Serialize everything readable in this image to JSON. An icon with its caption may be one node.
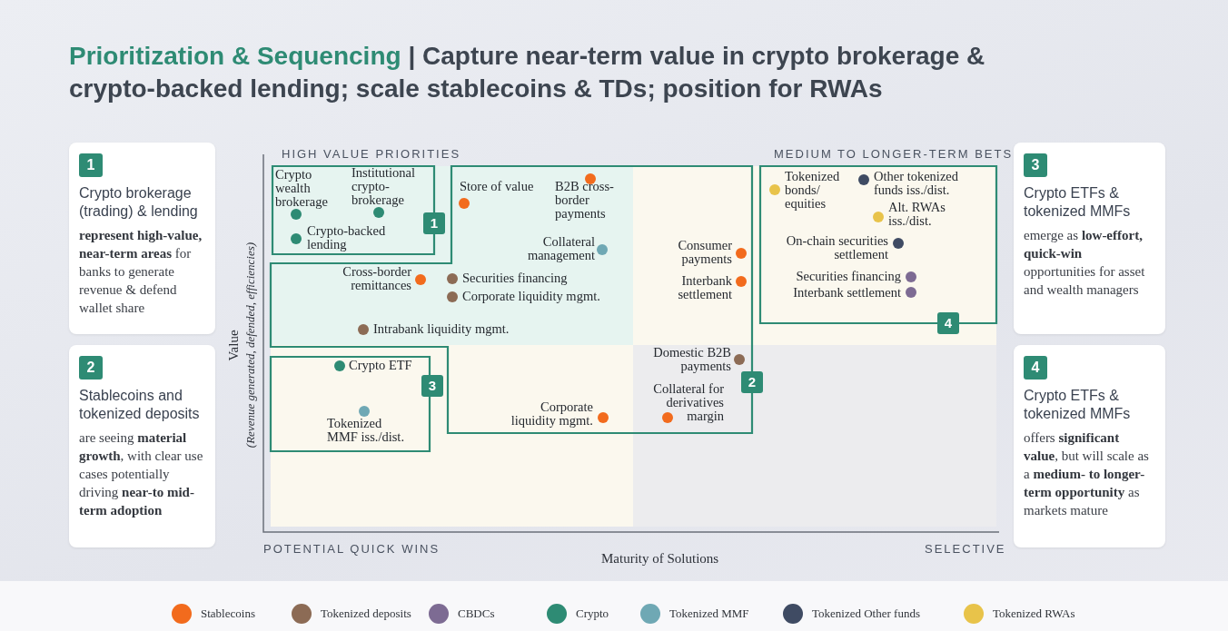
{
  "diagram": {
    "title": "Prioritization & Sequencing | Capture near-term value in crypto brokerage & crypto-backed lending; scale stablecoins & TDs; position for RWAs",
    "nodes": [
      {
        "text": [
          "1",
          "Crypto brokerage (trading) & lending",
          "**represent high-value, near-term areas** for banks to generate revenue & defend wallet share"
        ]
      },
      {
        "text": [
          "2",
          "Stablecoins and tokenized deposits",
          "are seeing **material growth**, with clear use cases potentially driving **near-to mid-term adoption**"
        ]
      },
      {
        "text": [
          "1"
        ]
      },
      {
        "text": [
          "Crypto wealth brokerage"
        ],
        "in": 2
      },
      {
        "text": [
          "Institutional crypto-brokerage"
        ],
        "in": 2
      },
      {
        "text": [
          "Crypto-backed lending"
        ],
        "in": 2
      },
      {
        "text": [
          "2"
        ]
      },
      {
        "text": [
          "Store of value"
        ],
        "in": 6
      },
      {
        "text": [
          "B2B cross-border payments"
        ],
        "in": 6
      },
      {
        "text": [
          "Collateral management"
        ],
        "in": 6
      },
      {
        "text": [
          "Cross-border remittances"
        ],
        "in": 6
      },
      {
        "text": [
          "Securities financing"
        ],
        "in": 6
      },
      {
        "text": [
          "Corporate liquidity mgmt."
        ],
        "in": 6
      },
      {
        "text": [
          "Intrabank liquidity mgmt."
        ],
        "in": 6
      },
      {
        "text": [
          "Consumer payments"
        ],
        "in": 6
      },
      {
        "text": [
          "Interbank settlement"
        ],
        "in": 6
      },
      {
        "text": [
          "Domestic B2B payments"
        ],
        "in": 6
      },
      {
        "text": [
          "Collateral for derivatives margin"
        ],
        "in": 6
      },
      {
        "text": [
          "Corporate liquidity mgmt."
        ],
        "in": 6
      },
      {
        "text": [
          "3"
        ]
      },
      {
        "text": [
          "Crypto ETF"
        ],
        "in": 19
      },
      {
        "text": [
          "Tokenized MMF iss./dist."
        ],
        "in": 19
      },
      {
        "text": [
          "4"
        ]
      },
      {
        "text": [
          "Tokenized bonds/ equities"
        ],
        "in": 22
      },
      {
        "text": [
          "Other tokenized funds iss./dist."
        ],
        "in": 22
      },
      {
        "text": [
          "Alt. RWAs iss./dist."
        ],
        "in": 22
      },
      {
        "text": [
          "On-chain securities settlement"
        ],
        "in": 22
      },
      {
        "text": [
          "Securities financing"
        ],
        "in": 22
      },
      {
        "text": [
          "Interbank settlement"
        ],
        "in": 22
      },
      {
        "text": [
          "3",
          "Crypto ETFs & tokenized MMFs",
          "emerge as **low-effort, quick-win** opportunities for asset and wealth managers"
        ]
      },
      {
        "text": [
          "4",
          "Crypto ETFs & tokenized MMFs",
          "offers **significant value**, but will scale as a **medium- to longer-term opportunity** as markets mature"
        ]
      }
    ],
    "labels": [
      "HIGH VALUE PRIORITIES",
      "MEDIUM TO LONGER-TERM BETS",
      "Value",
      "(Revenue generated, defended, efficiencies)",
      "POTENTIAL QUICK WINS",
      "SELECTIVE",
      "Maturity of Solutions"
    ],
    "legend": [
      {
        "text": "Stablecoins",
        "color": "#f26b1d"
      },
      {
        "text": "Tokenized deposits",
        "color": "#8c6b55"
      },
      {
        "text": "CBDCs",
        "color": "#7d6b93"
      },
      {
        "text": "Crypto",
        "color": "#2e8b74"
      },
      {
        "text": "Tokenized MMF",
        "color": "#6fa8b4"
      },
      {
        "text": "Tokenized Other funds",
        "color": "#3f4b63"
      },
      {
        "text": "Tokenized RWAs",
        "color": "#e8c34a"
      }
    ]
  }
}
